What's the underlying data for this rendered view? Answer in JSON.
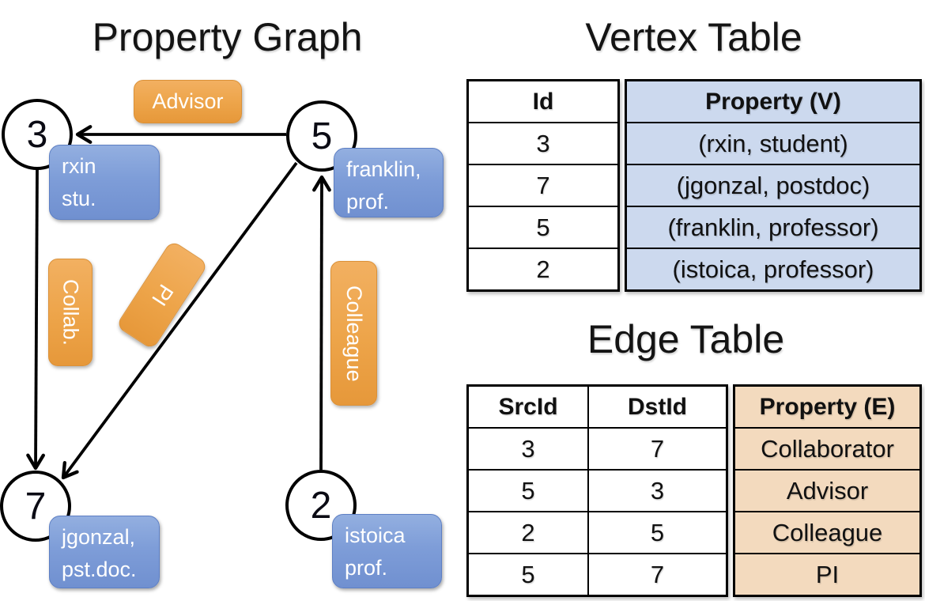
{
  "graph": {
    "title": "Property Graph",
    "nodes": [
      {
        "id": "3",
        "property_line1": "rxin",
        "property_line2": "stu."
      },
      {
        "id": "5",
        "property_line1": "franklin,",
        "property_line2": "prof."
      },
      {
        "id": "7",
        "property_line1": "jgonzal,",
        "property_line2": "pst.doc."
      },
      {
        "id": "2",
        "property_line1": "istoica",
        "property_line2": "prof."
      }
    ],
    "edges": [
      {
        "src": "5",
        "dst": "3",
        "label": "Advisor"
      },
      {
        "src": "3",
        "dst": "7",
        "label": "Collab."
      },
      {
        "src": "5",
        "dst": "7",
        "label": "PI"
      },
      {
        "src": "2",
        "dst": "5",
        "label": "Colleague"
      }
    ]
  },
  "vertex_table": {
    "title": "Vertex Table",
    "columns": [
      "Id",
      "Property (V)"
    ],
    "rows": [
      [
        "3",
        "(rxin, student)"
      ],
      [
        "7",
        "(jgonzal, postdoc)"
      ],
      [
        "5",
        "(franklin, professor)"
      ],
      [
        "2",
        "(istoica, professor)"
      ]
    ]
  },
  "edge_table": {
    "title": "Edge Table",
    "columns": [
      "SrcId",
      "DstId",
      "Property (E)"
    ],
    "rows": [
      [
        "3",
        "7",
        "Collaborator"
      ],
      [
        "5",
        "3",
        "Advisor"
      ],
      [
        "2",
        "5",
        "Colleague"
      ],
      [
        "5",
        "7",
        "PI"
      ]
    ]
  },
  "colors": {
    "vertex_label_blue": "#7e9dd8",
    "edge_label_orange": "#eda449",
    "vertex_cell_bg": "#ccd9ee",
    "edge_cell_bg": "#f3dabe",
    "line_black": "#000000"
  }
}
